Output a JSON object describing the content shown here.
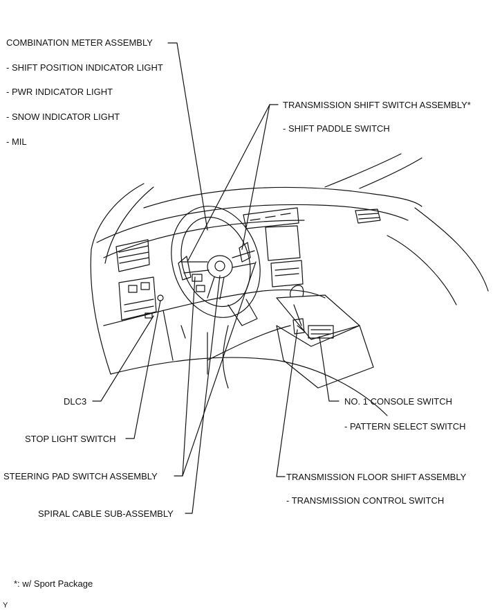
{
  "labels": {
    "combination_meter": "COMBINATION METER ASSEMBLY",
    "shift_position_light": "- SHIFT POSITION INDICATOR LIGHT",
    "pwr_light": "- PWR INDICATOR LIGHT",
    "snow_light": "- SNOW INDICATOR LIGHT",
    "mil": "- MIL",
    "trans_shift_switch": "TRANSMISSION SHIFT SWITCH ASSEMBLY*",
    "shift_paddle": "- SHIFT PADDLE SWITCH",
    "dlc3": "DLC3",
    "stop_light": "STOP LIGHT SWITCH",
    "steering_pad": "STEERING PAD SWITCH ASSEMBLY",
    "spiral_cable": "SPIRAL CABLE SUB-ASSEMBLY",
    "console_switch": "NO. 1 CONSOLE SWITCH",
    "pattern_select": "- PATTERN SELECT SWITCH",
    "floor_shift": "TRANSMISSION FLOOR SHIFT ASSEMBLY",
    "trans_control": "- TRANSMISSION CONTROL SWITCH",
    "footnote": "*: w/ Sport Package",
    "corner": "Y"
  }
}
